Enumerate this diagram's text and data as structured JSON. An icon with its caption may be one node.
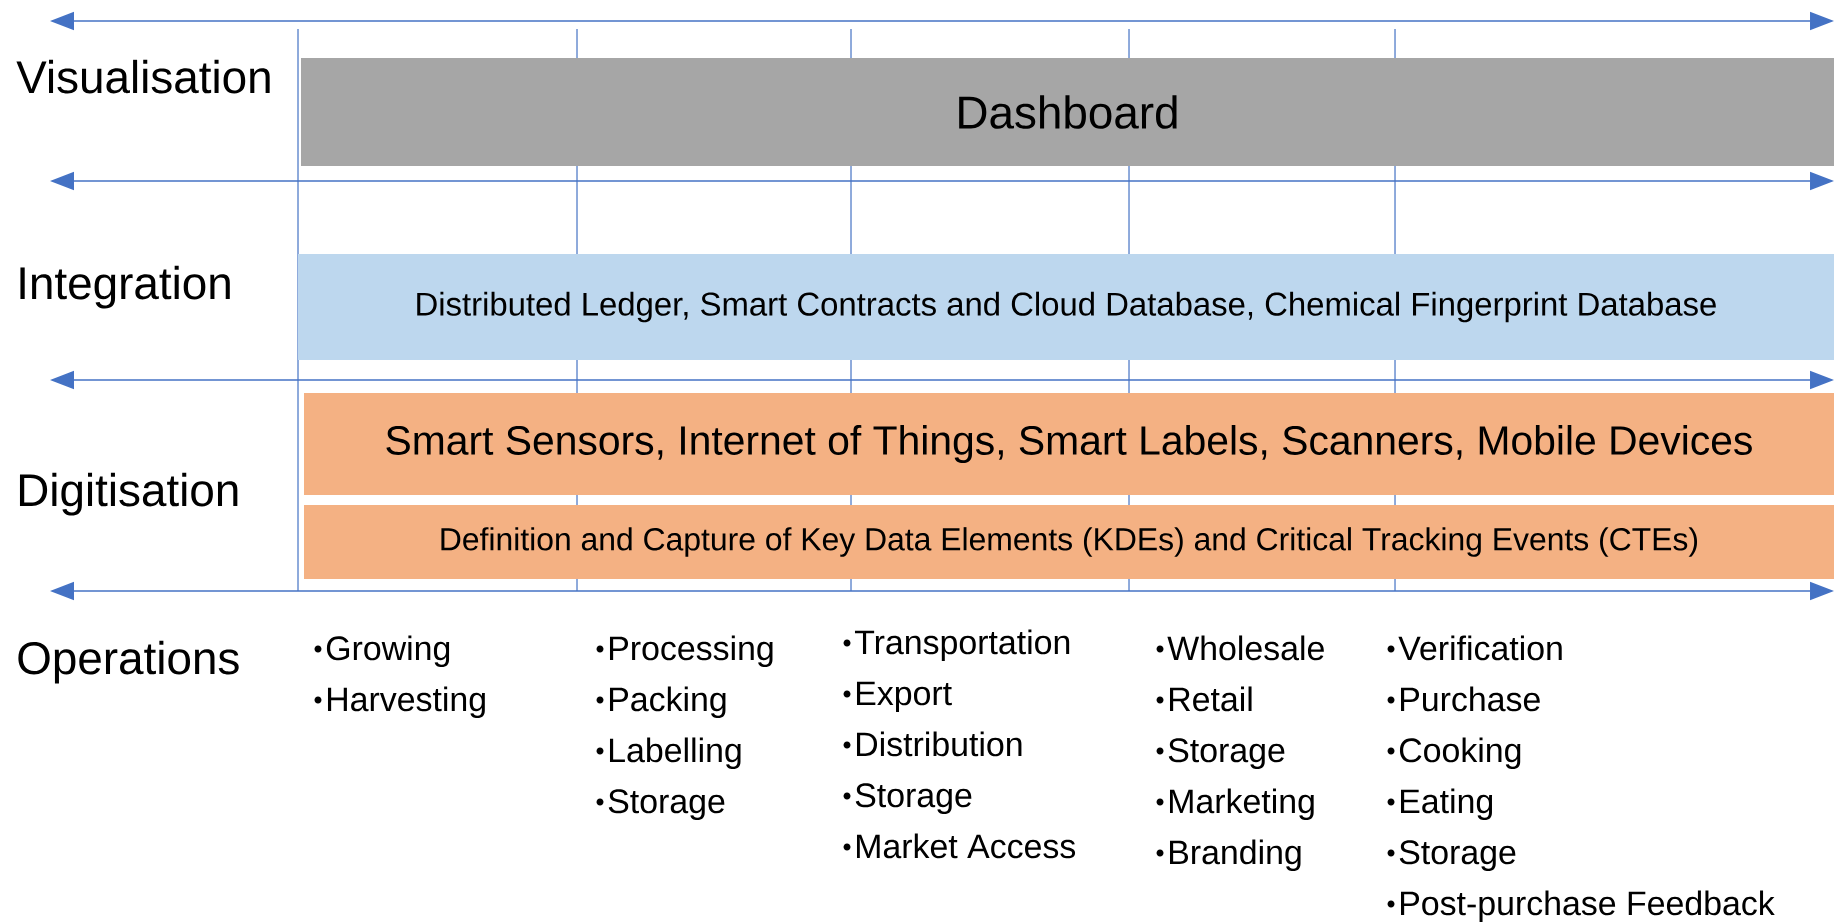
{
  "diagram": {
    "nodes": [
      {
        "text": [
          "Dashboard"
        ]
      },
      {
        "text": [
          "Distributed Ledger, Smart Contracts and Cloud Database, Chemical Fingerprint Database"
        ]
      },
      {
        "text": [
          "Smart Sensors, Internet of Things, Smart Labels, Scanners, Mobile Devices"
        ]
      },
      {
        "text": [
          "Definition and Capture of Key Data Elements (KDEs) and Critical Tracking Events (CTEs)"
        ]
      }
    ],
    "labels": [
      "Visualisation",
      "Integration",
      "Digitisation",
      "Operations",
      "Growing",
      "Harvesting",
      "Processing",
      "Packing",
      "Labelling",
      "Storage",
      "Transportation",
      "Export",
      "Distribution",
      "Storage",
      "Market Access",
      "Wholesale",
      "Retail",
      "Storage",
      "Marketing",
      "Branding",
      "Verification",
      "Purchase",
      "Cooking",
      "Eating",
      "Storage",
      "Post-purchase Feedback"
    ]
  }
}
